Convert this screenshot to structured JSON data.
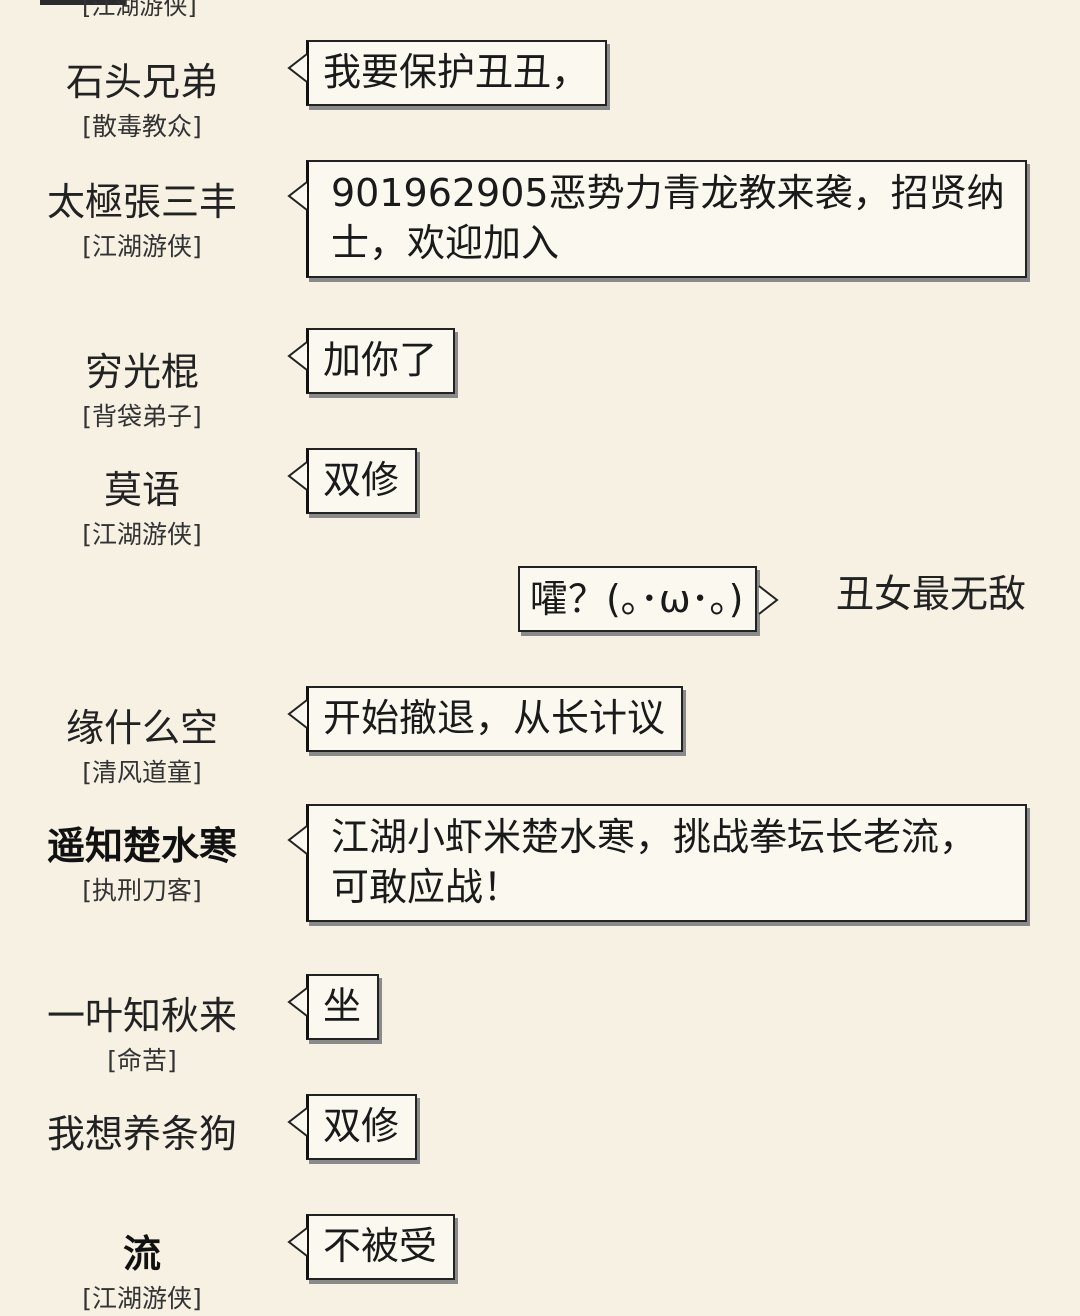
{
  "top_cut_title": "[江湖游侠]",
  "messages": [
    {
      "name": "石头兄弟",
      "title": "[散毒教众]",
      "text": "我要保护丑丑，"
    },
    {
      "name": "太極張三丰",
      "title": "[江湖游侠]",
      "text": "901962905恶势力青龙教来袭，招贤纳士，欢迎加入"
    },
    {
      "name": "穷光棍",
      "title": "[背袋弟子]",
      "text": "加你了"
    },
    {
      "name": "莫语",
      "title": "[江湖游侠]",
      "text": "双修"
    },
    {
      "name": "缘什么空",
      "title": "[清风道童]",
      "text": "开始撤退，从长计议"
    },
    {
      "name": "遥知楚水寒",
      "title": "[执刑刀客]",
      "text": "江湖小虾米楚水寒，挑战拳坛长老流，可敢应战！"
    },
    {
      "name": "一叶知秋来",
      "title": "[命苦]",
      "text": "坐"
    },
    {
      "name": "我想养条狗",
      "title": "",
      "text": "双修"
    },
    {
      "name": "流",
      "title": "[江湖游侠]",
      "text": "不被受"
    }
  ],
  "self_message": {
    "name": "丑女最无敌",
    "text": "嚯？(｡･ω･｡)"
  },
  "colors": {
    "background": "#f7f1e3",
    "bubble": "#fbf8ef",
    "border": "#222222"
  }
}
